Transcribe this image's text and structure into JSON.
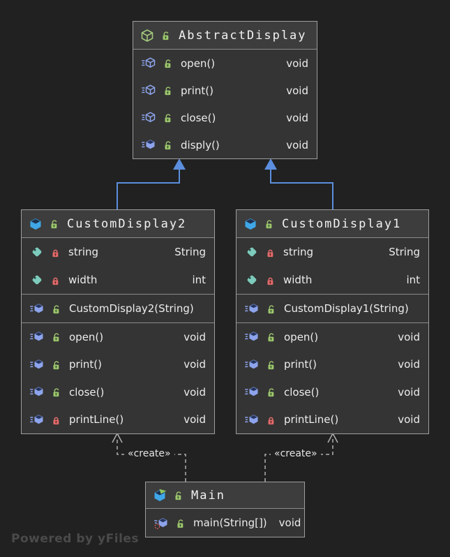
{
  "diagram": {
    "watermark": "Powered by yFiles",
    "create_label": "«create»"
  },
  "colors": {
    "background": "#212121",
    "node_body": "#343434",
    "node_header": "#3d3d3d",
    "node_border": "#9e9e9e",
    "inheritance_edge": "#5b8ede",
    "create_edge": "#b0b0b0",
    "abstract_class_icon_green": "#a3c97d",
    "class_cube_blue": "#3fa7e8",
    "method_cube_periwinkle": "#8da4ec",
    "field_tag_teal": "#7dcbbc",
    "lock_public_green": "#9cc56d",
    "lock_private_red": "#e06a6a",
    "main_run_arrow_green": "#8fc560"
  },
  "classes": {
    "abstract_display": {
      "name": "AbstractDisplay",
      "kind": "abstract class",
      "methods": [
        {
          "label": "open()",
          "type": "void",
          "icon": "abstract-method-cube-icon",
          "visibility": "public"
        },
        {
          "label": "print()",
          "type": "void",
          "icon": "abstract-method-cube-icon",
          "visibility": "public"
        },
        {
          "label": "close()",
          "type": "void",
          "icon": "abstract-method-cube-icon",
          "visibility": "public"
        },
        {
          "label": "disply()",
          "type": "void",
          "icon": "method-cube-icon",
          "visibility": "public"
        }
      ]
    },
    "custom_display2": {
      "name": "CustomDisplay2",
      "kind": "class",
      "fields": [
        {
          "label": "string",
          "type": "String",
          "icon": "field-tag-icon",
          "visibility": "private"
        },
        {
          "label": "width",
          "type": "int",
          "icon": "field-tag-icon",
          "visibility": "private"
        }
      ],
      "constructors": [
        {
          "label": "CustomDisplay2(String)",
          "type": "",
          "icon": "method-cube-icon",
          "visibility": "public"
        }
      ],
      "methods": [
        {
          "label": "open()",
          "type": "void",
          "icon": "method-cube-icon",
          "visibility": "public"
        },
        {
          "label": "print()",
          "type": "void",
          "icon": "method-cube-icon",
          "visibility": "public"
        },
        {
          "label": "close()",
          "type": "void",
          "icon": "method-cube-icon",
          "visibility": "public"
        },
        {
          "label": "printLine()",
          "type": "void",
          "icon": "method-cube-icon",
          "visibility": "private"
        }
      ]
    },
    "custom_display1": {
      "name": "CustomDisplay1",
      "kind": "class",
      "fields": [
        {
          "label": "string",
          "type": "String",
          "icon": "field-tag-icon",
          "visibility": "private"
        },
        {
          "label": "width",
          "type": "int",
          "icon": "field-tag-icon",
          "visibility": "private"
        }
      ],
      "constructors": [
        {
          "label": "CustomDisplay1(String)",
          "type": "",
          "icon": "method-cube-icon",
          "visibility": "public"
        }
      ],
      "methods": [
        {
          "label": "open()",
          "type": "void",
          "icon": "method-cube-icon",
          "visibility": "public"
        },
        {
          "label": "print()",
          "type": "void",
          "icon": "method-cube-icon",
          "visibility": "public"
        },
        {
          "label": "close()",
          "type": "void",
          "icon": "method-cube-icon",
          "visibility": "public"
        },
        {
          "label": "printLine()",
          "type": "void",
          "icon": "method-cube-icon",
          "visibility": "private"
        }
      ]
    },
    "main": {
      "name": "Main",
      "kind": "runnable class",
      "methods": [
        {
          "label": "main(String[])",
          "type": "void",
          "icon": "static-method-cube-icon",
          "visibility": "public",
          "static": true
        }
      ]
    }
  },
  "edges": {
    "inheritance": [
      {
        "from": "CustomDisplay2",
        "to": "AbstractDisplay",
        "style": "solid-blue-triangle"
      },
      {
        "from": "CustomDisplay1",
        "to": "AbstractDisplay",
        "style": "solid-blue-triangle"
      }
    ],
    "dependency": [
      {
        "from": "Main",
        "to": "CustomDisplay2",
        "label": "«create»",
        "style": "dashed-open-arrow"
      },
      {
        "from": "Main",
        "to": "CustomDisplay1",
        "label": "«create»",
        "style": "dashed-open-arrow"
      }
    ]
  }
}
